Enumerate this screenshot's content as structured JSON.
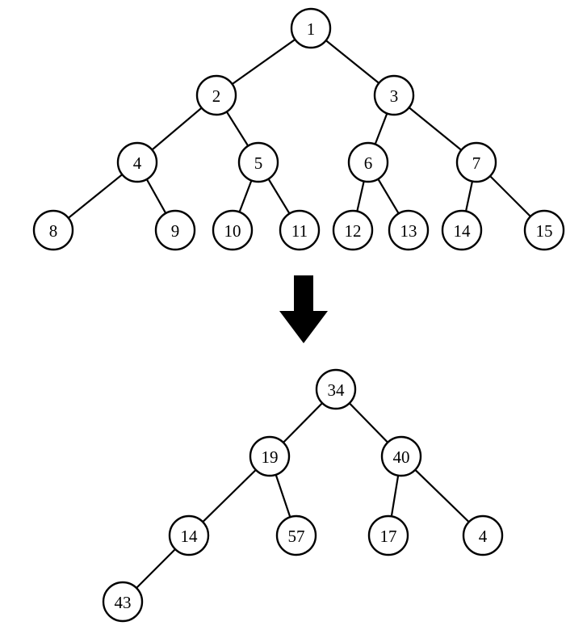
{
  "colors": {
    "background": "#ffffff",
    "ink": "#000000"
  },
  "arrow_icon": "down-arrow-icon",
  "top_tree": {
    "nodes": [
      {
        "id": "t1",
        "label": "1"
      },
      {
        "id": "t2",
        "label": "2"
      },
      {
        "id": "t3",
        "label": "3"
      },
      {
        "id": "t4",
        "label": "4"
      },
      {
        "id": "t5",
        "label": "5"
      },
      {
        "id": "t6",
        "label": "6"
      },
      {
        "id": "t7",
        "label": "7"
      },
      {
        "id": "t8",
        "label": "8"
      },
      {
        "id": "t9",
        "label": "9"
      },
      {
        "id": "t10",
        "label": "10"
      },
      {
        "id": "t11",
        "label": "11"
      },
      {
        "id": "t12",
        "label": "12"
      },
      {
        "id": "t13",
        "label": "13"
      },
      {
        "id": "t14",
        "label": "14"
      },
      {
        "id": "t15",
        "label": "15"
      }
    ],
    "edges": [
      [
        "t1",
        "t2"
      ],
      [
        "t1",
        "t3"
      ],
      [
        "t2",
        "t4"
      ],
      [
        "t2",
        "t5"
      ],
      [
        "t3",
        "t6"
      ],
      [
        "t3",
        "t7"
      ],
      [
        "t4",
        "t8"
      ],
      [
        "t4",
        "t9"
      ],
      [
        "t5",
        "t10"
      ],
      [
        "t5",
        "t11"
      ],
      [
        "t6",
        "t12"
      ],
      [
        "t6",
        "t13"
      ],
      [
        "t7",
        "t14"
      ],
      [
        "t7",
        "t15"
      ]
    ]
  },
  "bottom_tree": {
    "nodes": [
      {
        "id": "b34",
        "label": "34"
      },
      {
        "id": "b19",
        "label": "19"
      },
      {
        "id": "b40",
        "label": "40"
      },
      {
        "id": "b14",
        "label": "14"
      },
      {
        "id": "b57",
        "label": "57"
      },
      {
        "id": "b17",
        "label": "17"
      },
      {
        "id": "b4",
        "label": "4"
      },
      {
        "id": "b43",
        "label": "43"
      }
    ],
    "edges": [
      [
        "b34",
        "b19"
      ],
      [
        "b34",
        "b40"
      ],
      [
        "b19",
        "b14"
      ],
      [
        "b19",
        "b57"
      ],
      [
        "b40",
        "b17"
      ],
      [
        "b40",
        "b4"
      ],
      [
        "b14",
        "b43"
      ]
    ]
  }
}
